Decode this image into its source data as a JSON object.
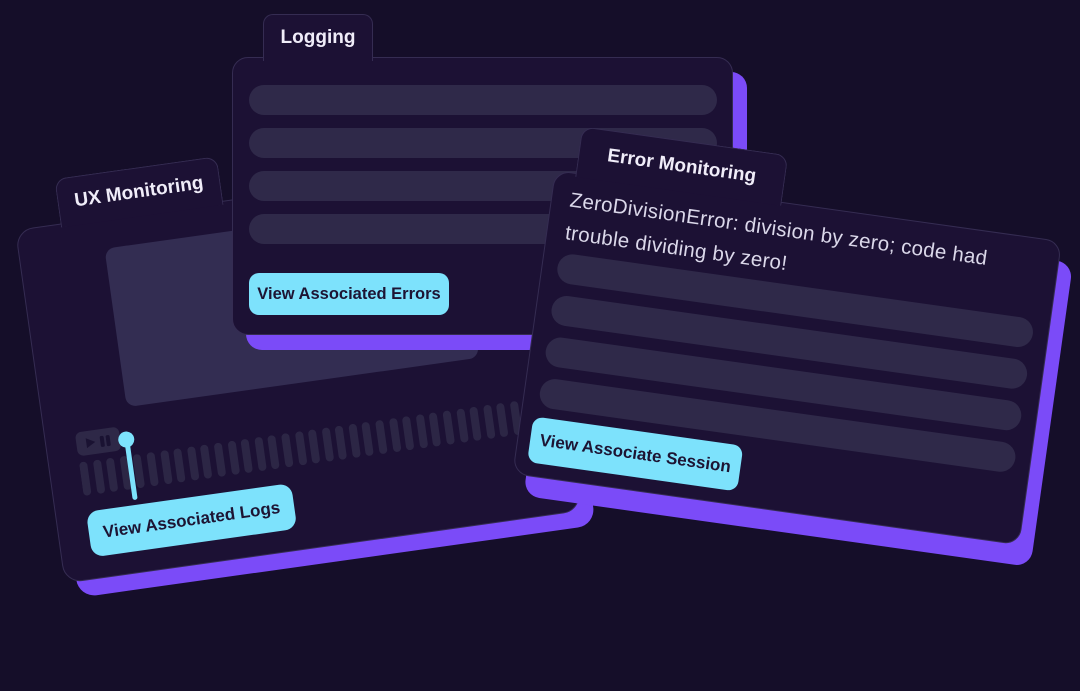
{
  "canvas": {
    "background_color": "#150e29",
    "card_fill": "#1c1134",
    "card_outline": "#352c52",
    "shadow_purple": "#7b4bf8",
    "accent_cyan": "#7de2fc"
  },
  "cards": {
    "ux": {
      "title": "UX Monitoring",
      "button_label": "View Associated Logs",
      "player": {
        "icons": [
          "play-icon",
          "pause-icon"
        ],
        "timeline": {
          "tick_count": 34,
          "playhead_color": "#7de2fc"
        }
      }
    },
    "logging": {
      "title": "Logging",
      "button_label": "View Associated Errors",
      "skeleton_row_count": 4
    },
    "error": {
      "title": "Error Monitoring",
      "message_lines": [
        "ZeroDivisionError: division by zero; code had",
        "trouble dividing by zero!"
      ],
      "button_label": "View Associate Session",
      "skeleton_row_count": 4
    }
  }
}
